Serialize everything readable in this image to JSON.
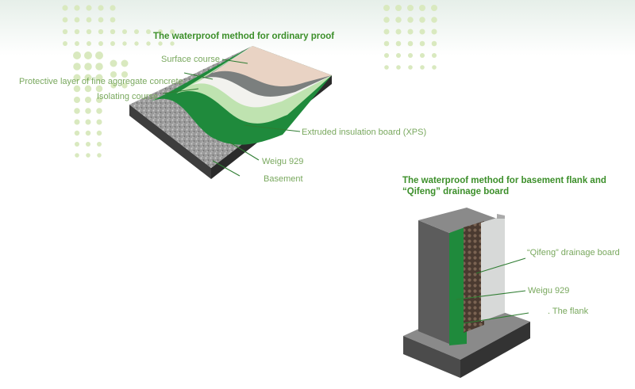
{
  "floor": {
    "title": "The waterproof method for ordinary proof",
    "labels": {
      "surface": "Surface course",
      "protective": "Protective layer of fine aggregate concrete",
      "isolating": "Isolating course",
      "xps": "Extruded insulation board (XPS)",
      "weigu": "Weigu 929",
      "basement": "Basement"
    }
  },
  "wall": {
    "title_line1": "The waterproof method for basement flank and",
    "title_line2": "“Qifeng” drainage board",
    "labels": {
      "qifeng": "“Qifeng” drainage board",
      "weigu": "Weigu 929",
      "flank": ". The flank"
    }
  },
  "colors": {
    "title": "#3c8f2a",
    "label": "#79a85e",
    "membrane": "#1f8a3c",
    "dots": "#d9e9bf"
  }
}
